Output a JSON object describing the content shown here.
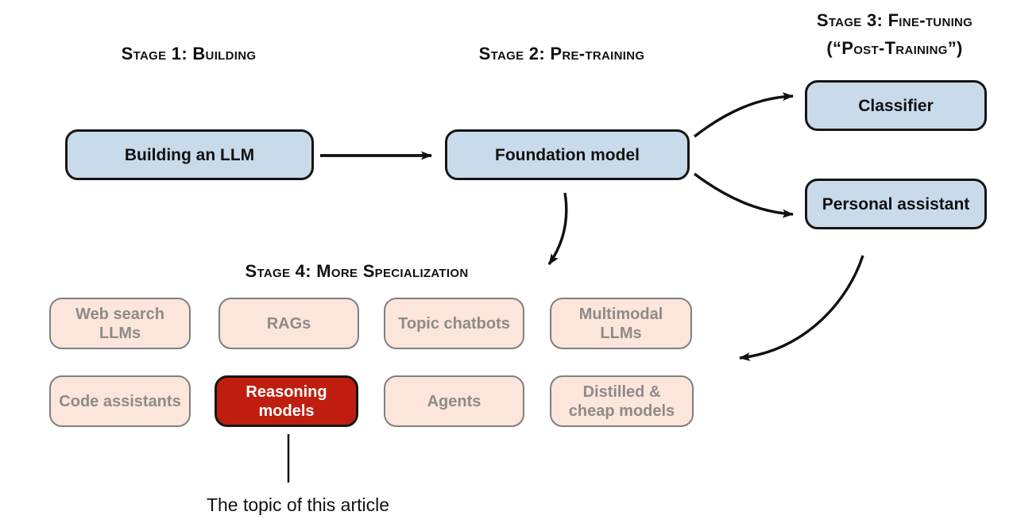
{
  "headers": {
    "stage1": "Stage 1: Building",
    "stage2": "Stage 2: Pre-training",
    "stage3_line1": "Stage 3: Fine-tuning",
    "stage3_line2": "(“Post-Training”)",
    "stage4": "Stage 4: More Specialization"
  },
  "nodes": {
    "building": "Building an LLM",
    "foundation": "Foundation model",
    "classifier": "Classifier",
    "personal_assistant": "Personal assistant"
  },
  "stage4": {
    "row1": [
      "Web search LLMs",
      "RAGs",
      "Topic chatbots",
      "Multimodal LLMs"
    ],
    "row2": [
      "Code assistants",
      "Reasoning models",
      "Agents",
      "Distilled & cheap models"
    ]
  },
  "highlighted_node": "Reasoning models",
  "caption": "The topic of this article",
  "colors": {
    "blue_fill": "#c9daea",
    "pink_fill": "#fce5da",
    "pink_border": "#7f7f7f",
    "pink_text": "#8e8b89",
    "red_fill": "#bf1e0e",
    "red_text": "#ffffff",
    "node_border": "#151515",
    "arrow": "#111111"
  }
}
